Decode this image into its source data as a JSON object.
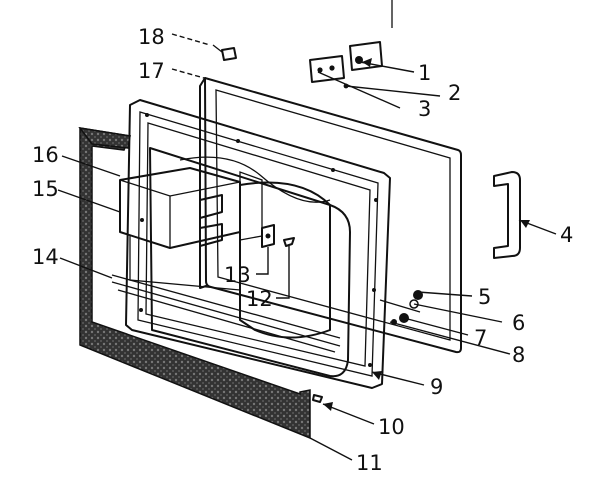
{
  "parts": [
    {
      "id": "p1",
      "number": "1"
    },
    {
      "id": "p2",
      "number": "2"
    },
    {
      "id": "p3",
      "number": "3"
    },
    {
      "id": "p4",
      "number": "4"
    },
    {
      "id": "p5",
      "number": "5"
    },
    {
      "id": "p6",
      "number": "6"
    },
    {
      "id": "p7",
      "number": "7"
    },
    {
      "id": "p8",
      "number": "8"
    },
    {
      "id": "p9",
      "number": "9"
    },
    {
      "id": "p10",
      "number": "10"
    },
    {
      "id": "p11",
      "number": "11"
    },
    {
      "id": "p12",
      "number": "12"
    },
    {
      "id": "p13",
      "number": "13"
    },
    {
      "id": "p14",
      "number": "14"
    },
    {
      "id": "p15",
      "number": "15"
    },
    {
      "id": "p16",
      "number": "16"
    },
    {
      "id": "p17",
      "number": "17"
    },
    {
      "id": "p18",
      "number": "18"
    }
  ],
  "colors": {
    "ink": "#111111",
    "paper": "#ffffff"
  }
}
